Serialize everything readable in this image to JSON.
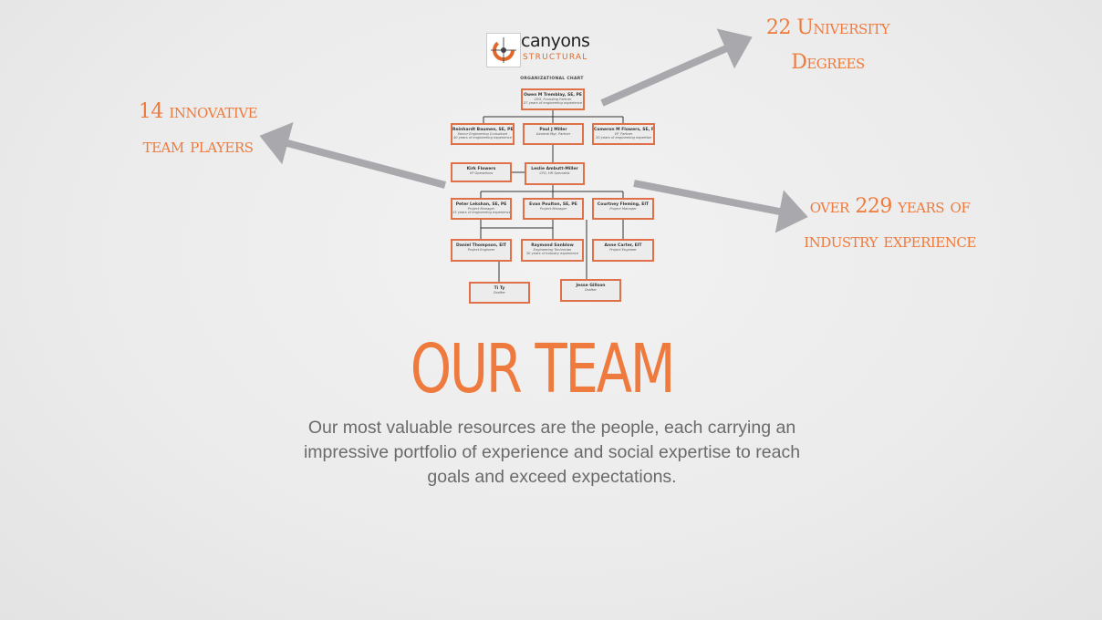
{
  "logo": {
    "name": "canyons",
    "subtitle": "STRUCTURAL",
    "colors": {
      "accent": "#e0682a",
      "dark": "#222222"
    }
  },
  "org_chart": {
    "title": "ORGANIZATIONAL CHART",
    "boxes": [
      {
        "name": "Owen M Tremblay, SE, PE",
        "role": "CEO, Founding Partner",
        "detail": "27 years of engineering experience"
      },
      {
        "name": "Reinhardt Baumen, SE, PE",
        "role": "Senior Engineering Consultant",
        "detail": "40 years of engineering experience"
      },
      {
        "name": "Paul J Miller",
        "role": "General Mgr, Partner",
        "detail": ""
      },
      {
        "name": "Cameron M Flowers, SE, PE",
        "role": "VP, Partner",
        "detail": "20 years of engineering expertise"
      },
      {
        "name": "Kirk Flowers",
        "role": "VP Operations",
        "detail": ""
      },
      {
        "name": "Leslie Ambutt-Miller",
        "role": "CFO, HR Specialist",
        "detail": ""
      },
      {
        "name": "Peter Lekshan, SE, PE",
        "role": "Project Manager",
        "detail": "13 years of engineering experience"
      },
      {
        "name": "Evan Poulton, SE, PE",
        "role": "Project Manager",
        "detail": ""
      },
      {
        "name": "Courtney Fleming, EIT",
        "role": "Project Manager",
        "detail": ""
      },
      {
        "name": "Daniel Thompson, EIT",
        "role": "Project Engineer",
        "detail": ""
      },
      {
        "name": "Raymond Sanblow",
        "role": "Engineering Technician",
        "detail": "30 years of industry experience"
      },
      {
        "name": "Anne Carter, EIT",
        "role": "Project Engineer",
        "detail": ""
      },
      {
        "name": "Ti Ty",
        "role": "Drafter",
        "detail": ""
      },
      {
        "name": "Jesse Gillson",
        "role": "Drafter",
        "detail": ""
      }
    ],
    "colors": {
      "border": "#e0704a",
      "line": "#333333"
    }
  },
  "callouts": {
    "team_players": [
      "14 innovative",
      "team players"
    ],
    "degrees": [
      "22 University",
      "Degrees"
    ],
    "experience": [
      "over 229 years of",
      "industry experience"
    ],
    "color": "#f07a3c"
  },
  "heading": "OUR TEAM",
  "tagline": "Our most valuable resources are the people, each carrying an impressive portfolio of experience and social expertise to reach goals and exceed expectations.",
  "arrow_color": "#a9a9ad"
}
